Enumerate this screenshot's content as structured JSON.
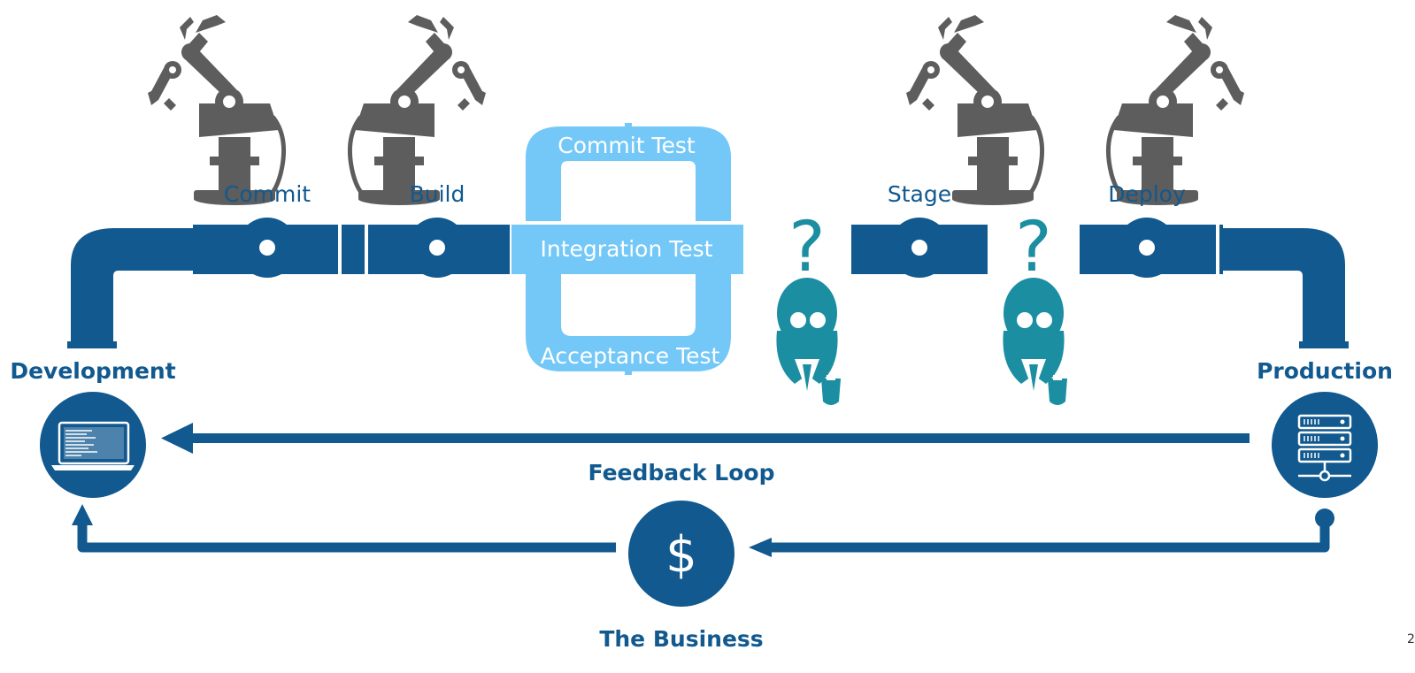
{
  "colors": {
    "pipe": "#11598f",
    "test_loop": "#74c8f7",
    "robot": "#5d5d5d",
    "person": "#1b8ea1",
    "background": "#ffffff"
  },
  "pipeline": {
    "stages": {
      "commit": "Commit",
      "build": "Build",
      "stage": "Stage",
      "deploy": "Deploy"
    },
    "tests": {
      "commit_test": "Commit Test",
      "integration_test": "Integration Test",
      "acceptance_test": "Acceptance Test"
    },
    "approval_mark": "?"
  },
  "endpoints": {
    "development": "Development",
    "production": "Production"
  },
  "feedback_loop": "Feedback Loop",
  "business": {
    "label": "The Business",
    "symbol": "$"
  },
  "page_number": "2",
  "icons": {
    "robot_arm": "robot-arm-icon",
    "approver": "person-with-glasses-icon",
    "laptop": "laptop-icon",
    "server": "server-rack-icon",
    "dollar": "dollar-icon"
  }
}
